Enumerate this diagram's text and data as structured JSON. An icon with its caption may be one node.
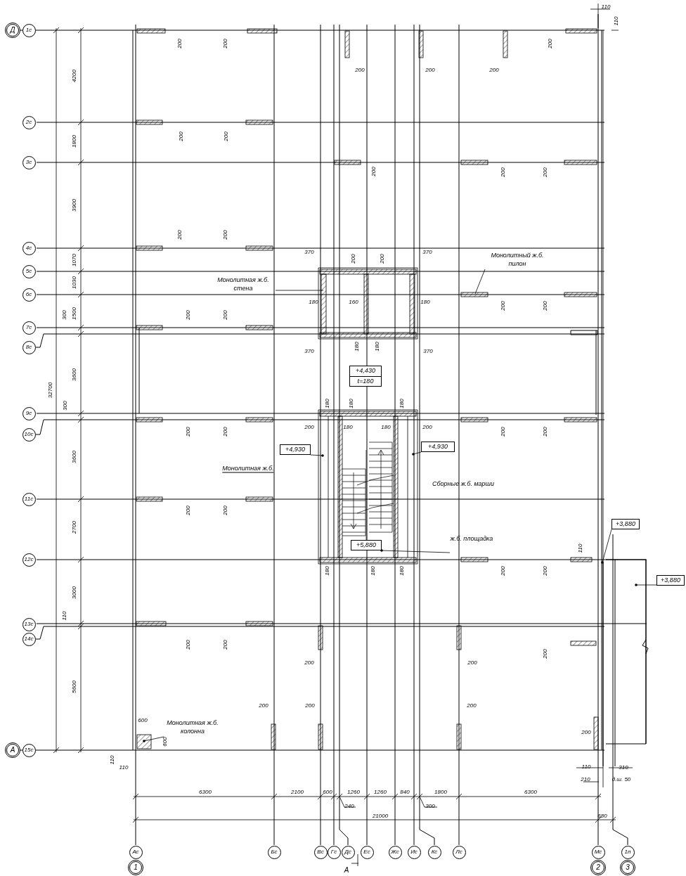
{
  "diagram": {
    "nodes": [
      {
        "text": [
          "Д"
        ]
      },
      {
        "text": [
          "1с"
        ]
      },
      {
        "text": [
          "2с"
        ]
      },
      {
        "text": [
          "3с"
        ]
      },
      {
        "text": [
          "4с"
        ]
      },
      {
        "text": [
          "5с"
        ]
      },
      {
        "text": [
          "6с"
        ]
      },
      {
        "text": [
          "7с"
        ]
      },
      {
        "text": [
          "8с"
        ]
      },
      {
        "text": [
          "9с"
        ]
      },
      {
        "text": [
          "10с"
        ]
      },
      {
        "text": [
          "11с"
        ]
      },
      {
        "text": [
          "12с"
        ]
      },
      {
        "text": [
          "13с"
        ]
      },
      {
        "text": [
          "14с"
        ]
      },
      {
        "text": [
          "А"
        ]
      },
      {
        "text": [
          "15с"
        ]
      },
      {
        "text": [
          "Ас"
        ]
      },
      {
        "text": [
          "1"
        ]
      },
      {
        "text": [
          "Бс"
        ]
      },
      {
        "text": [
          "Вс"
        ]
      },
      {
        "text": [
          "Гс"
        ]
      },
      {
        "text": [
          "Дс"
        ]
      },
      {
        "text": [
          "Ес"
        ]
      },
      {
        "text": [
          "Жс"
        ]
      },
      {
        "text": [
          "Ис"
        ]
      },
      {
        "text": [
          "Кс"
        ]
      },
      {
        "text": [
          "Лс"
        ]
      },
      {
        "text": [
          "Мс"
        ]
      },
      {
        "text": [
          "2"
        ]
      },
      {
        "text": [
          "1п"
        ]
      },
      {
        "text": [
          "3"
        ]
      },
      {
        "text": [
          "Монолитная ж.б. стена"
        ]
      },
      {
        "text": [
          "Монолитный ж.б. пилон"
        ]
      },
      {
        "text": [
          "+4,430",
          "t=180"
        ]
      },
      {
        "text": [
          "+4,930"
        ]
      },
      {
        "text": [
          "+4,930"
        ]
      },
      {
        "text": [
          "+5,880"
        ]
      },
      {
        "text": [
          "ж.б. площадка"
        ]
      },
      {
        "text": [
          "+3,880"
        ]
      },
      {
        "text": [
          "+3,880"
        ]
      },
      {
        "text": [
          "Монолитная ж.б. колонна"
        ]
      }
    ],
    "edges": [
      {
        "from": 32,
        "to": null,
        "arrow": "none"
      },
      {
        "from": 33,
        "to": null,
        "arrow": "none"
      },
      {
        "from": 35,
        "to": null,
        "arrow": "other"
      },
      {
        "from": 36,
        "to": null,
        "arrow": "other"
      },
      {
        "from": 38,
        "to": 37,
        "arrow": "other"
      },
      {
        "from": 39,
        "to": null,
        "arrow": "other"
      },
      {
        "from": 40,
        "to": null,
        "arrow": "other"
      },
      {
        "from": 41,
        "to": null,
        "arrow": "other"
      }
    ],
    "labels": [
      "110",
      "110",
      "4200",
      "200",
      "200",
      "200",
      "200",
      "200",
      "200",
      "1800",
      "200",
      "200",
      "200",
      "200",
      "200",
      "3900",
      "200",
      "200",
      "370",
      "200",
      "200",
      "370",
      "1070",
      "1030",
      "180",
      "160",
      "180",
      "200",
      "200",
      "300",
      "1500",
      "200",
      "200",
      "370",
      "180",
      "180",
      "370",
      "32700",
      "3600",
      "300",
      "180",
      "180",
      "180",
      "200",
      "180",
      "180",
      "200",
      "200",
      "200",
      "200",
      "200",
      "3600",
      "Монолитная ж.б.",
      "Сборные ж.б. марши",
      "200",
      "200",
      "2700",
      "110",
      "180",
      "180",
      "180",
      "200",
      "200",
      "3000",
      "110",
      "200",
      "200",
      "200",
      "200",
      "200",
      "5600",
      "200",
      "200",
      "200",
      "600",
      "200",
      "600",
      "110",
      "110",
      "110",
      "310",
      "210",
      "д.ш. 50",
      "6300",
      "2100",
      "600",
      "1260",
      "1260",
      "840",
      "1800",
      "6300",
      "240",
      "300",
      "21000",
      "680",
      "А"
    ]
  }
}
